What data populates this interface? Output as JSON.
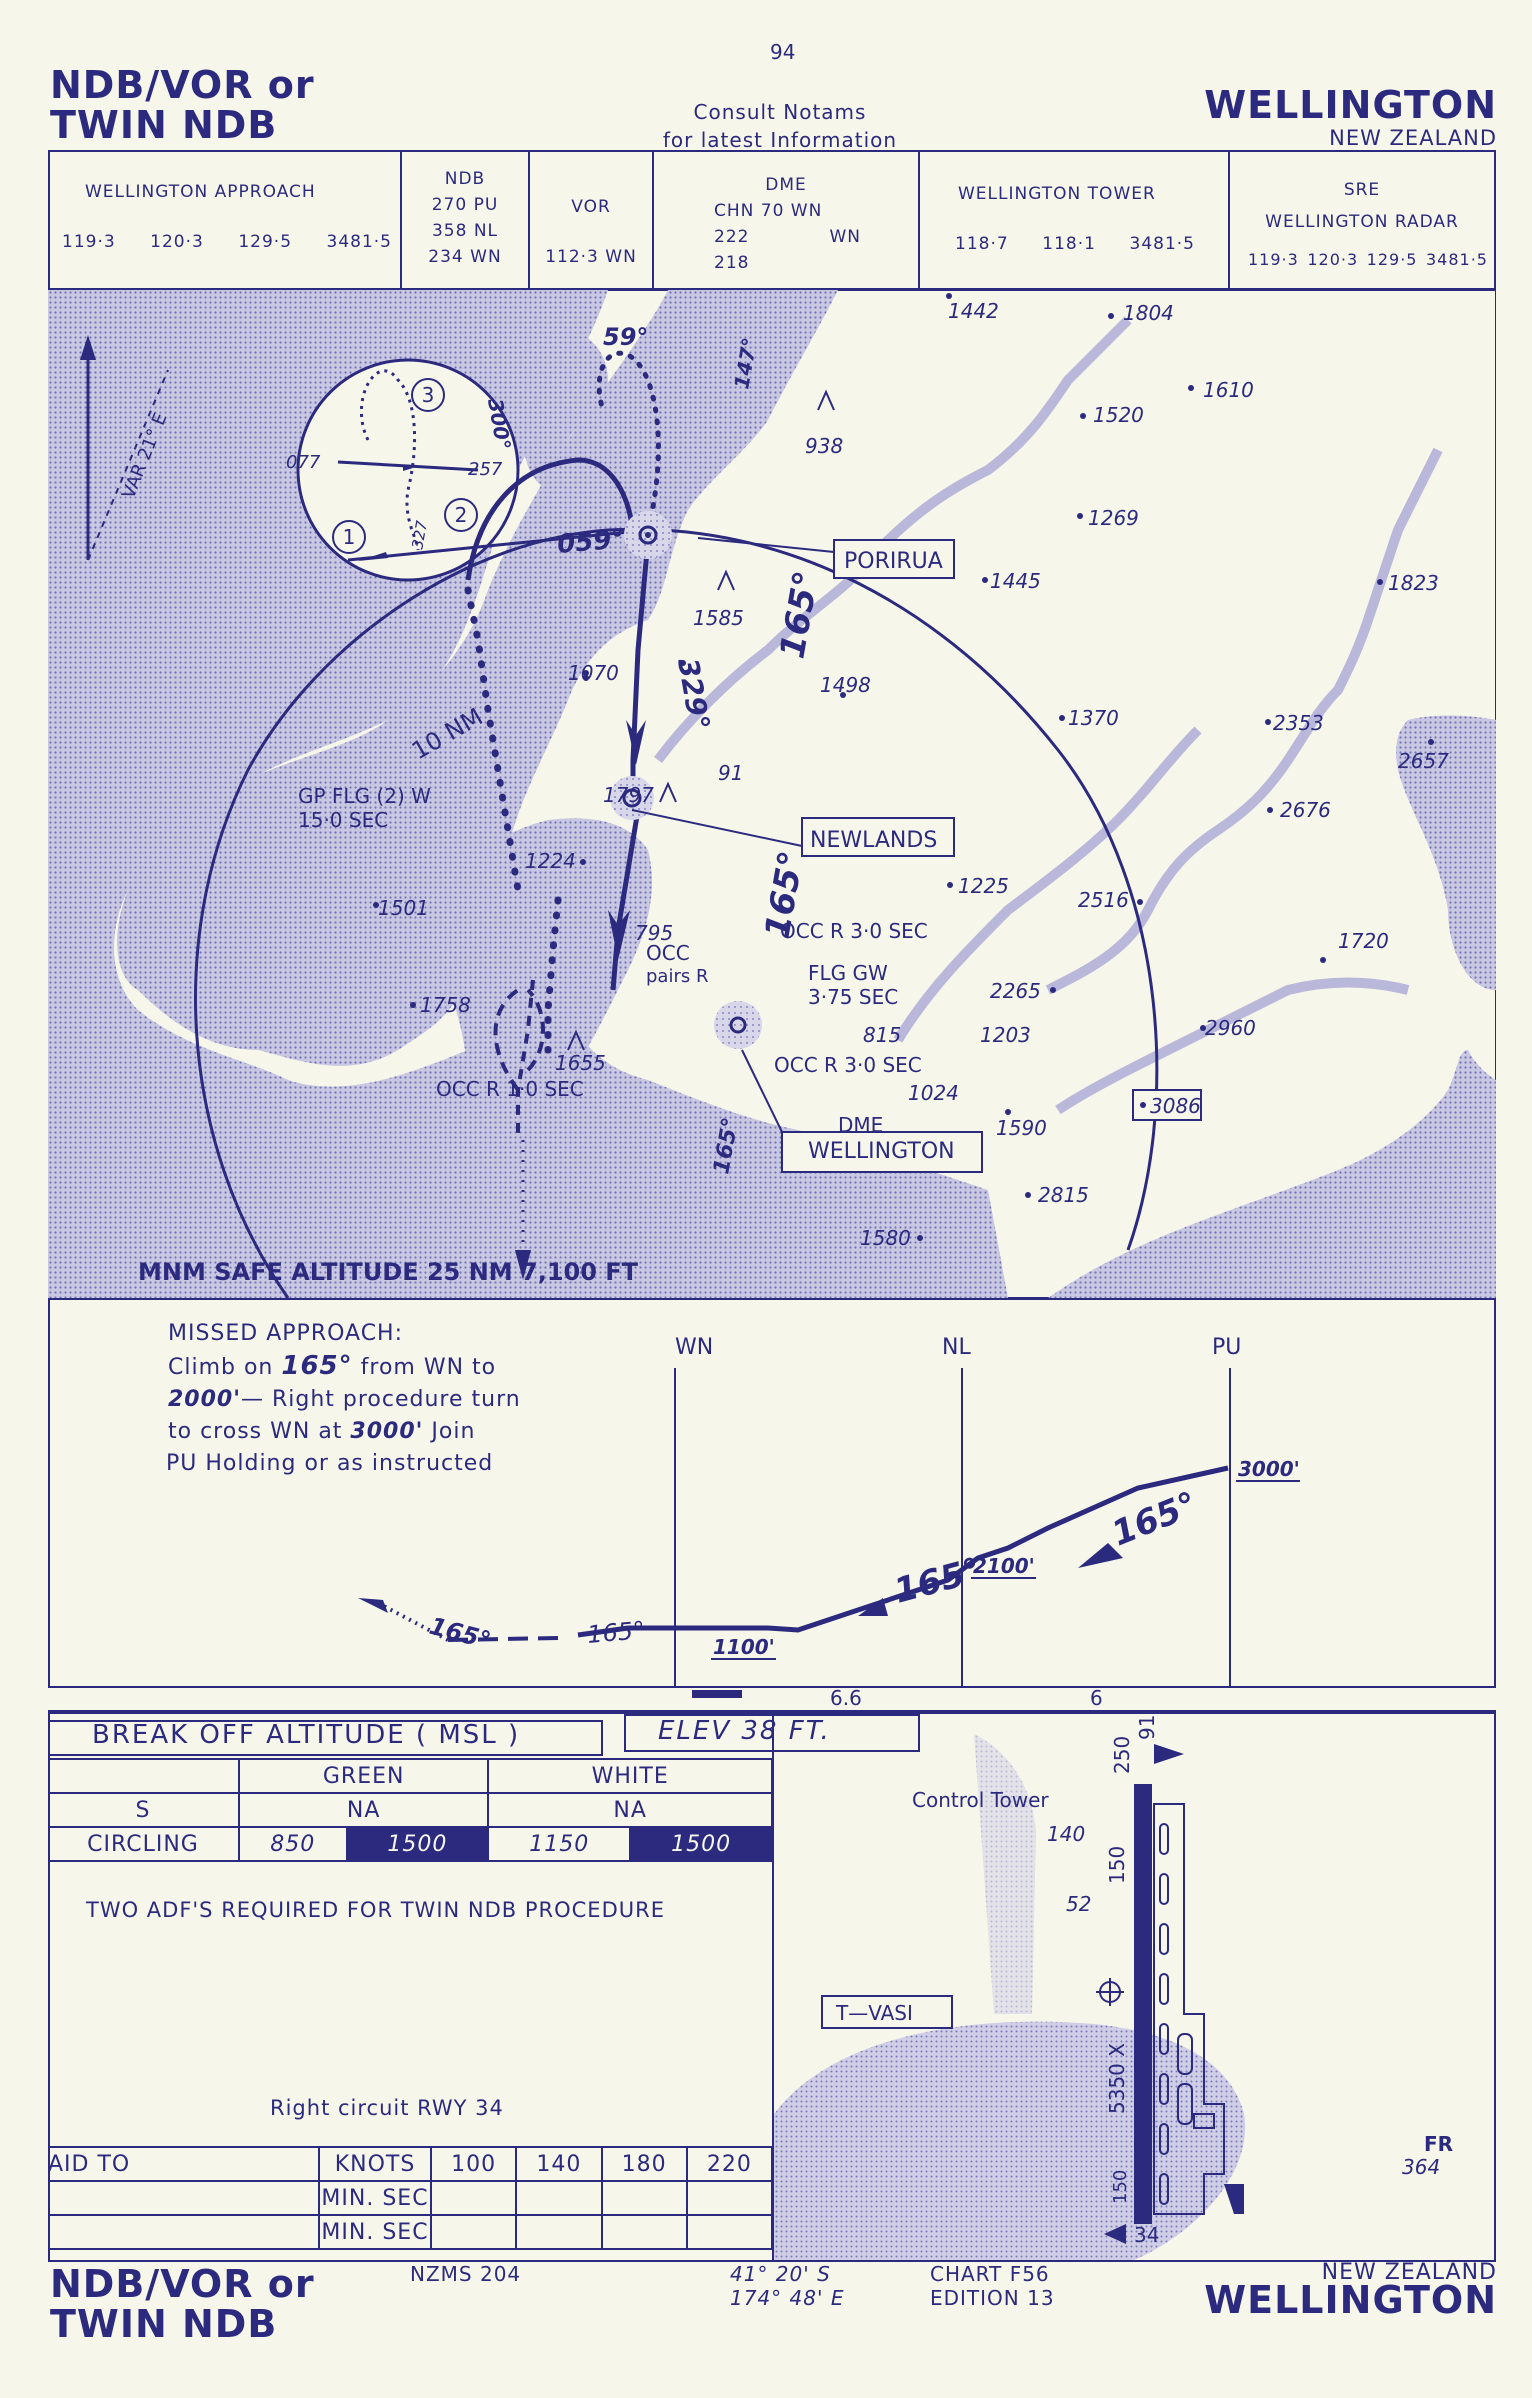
{
  "page_number": "94",
  "header": {
    "procedure_line1": "NDB/VOR or",
    "procedure_line2": "TWIN NDB",
    "notam_line1": "Consult  Notams",
    "notam_line2": "for latest Information",
    "airport": "WELLINGTON",
    "country": "NEW ZEALAND"
  },
  "comms": {
    "approach": {
      "title": "WELLINGTON  APPROACH",
      "freqs": [
        "119·3",
        "120·3",
        "129·5",
        "3481·5"
      ]
    },
    "ndb": {
      "title": "NDB",
      "rows": [
        "270   PU",
        "358   NL",
        "234   WN"
      ]
    },
    "vor": {
      "title": "VOR",
      "value": "112·3  WN"
    },
    "dme": {
      "title": "DME",
      "line1": "CHN   70   WN",
      "line2": "222",
      "line3": "218",
      "ident": "WN"
    },
    "tower": {
      "title": "WELLINGTON  TOWER",
      "freqs": [
        "118·7",
        "118·1",
        "3481·5"
      ]
    },
    "sre": {
      "title": "SRE",
      "subtitle": "WELLINGTON  RADAR",
      "freqs": [
        "119·3",
        "120·3",
        "129·5",
        "3481·5"
      ]
    }
  },
  "plan": {
    "spot_heights": [
      "1442",
      "1804",
      "1610",
      "1520",
      "1269",
      "1445",
      "1823",
      "1585",
      "1498",
      "1370",
      "2353",
      "2657",
      "2676",
      "1070",
      "1797",
      "91",
      "1224",
      "1501",
      "1225",
      "2516",
      "795",
      "1720",
      "1758",
      "2265",
      "2960",
      "815",
      "1203",
      "1655",
      "1024",
      "1590",
      "2815",
      "1580",
      "938"
    ],
    "boxed_height": "3086",
    "var": "VAR 21° E",
    "holding_inbound": "077",
    "holding_outbound": "257",
    "holding_entry": "327",
    "sectors": [
      "1",
      "2",
      "3"
    ],
    "angle_59": "59°",
    "track_300": "300°",
    "track_147": "147°",
    "track_059": "059°",
    "track_165": "165°",
    "track_329": "329°",
    "porirua": "PORIRUA",
    "newlands": "NEWLANDS",
    "wellington": "WELLINGTON",
    "dme_label": "DME",
    "ring": "10 NM",
    "gp_flg_1": "GP FLG (2) W",
    "gp_flg_2": "15·0 SEC",
    "occ_r3_1": "OCC R 3·0 SEC",
    "occ_r3_2": "OCC R 3·0 SEC",
    "occ_pairs_1": "OCC",
    "occ_pairs_2": "pairs R",
    "flg_gw_1": "FLG  GW",
    "flg_gw_2": "3·75 SEC",
    "occ_r1": "OCC R 1·0 SEC",
    "msa": "MNM SAFE ALTITUDE 25 NM 7,100 FT"
  },
  "profile": {
    "missed_1": "MISSED APPROACH:",
    "missed_2a": "Climb on ",
    "missed_2b": "165°",
    "missed_2c": " from WN to",
    "missed_3a": "2000'",
    "missed_3b": "— Right procedure turn",
    "missed_4a": "to cross WN at ",
    "missed_4b": "3000'",
    "missed_4c": "  Join",
    "missed_5": "PU   Holding or as instructed",
    "fix_wn": "WN",
    "fix_nl": "NL",
    "fix_pu": "PU",
    "alt_3000": "3000'",
    "alt_2100": "2100'",
    "alt_1100": "1100'",
    "crs_165": "165°",
    "dist_1": "6.6",
    "dist_2": "6"
  },
  "minima": {
    "title": "BREAK OFF ALTITUDE  ( MSL )",
    "elev": "ELEV  38     FT.",
    "col_green": "GREEN",
    "col_white": "WHITE",
    "row_s": "S",
    "row_s_green": "NA",
    "row_s_white": "NA",
    "row_circ": "CIRCLING",
    "circ_values": [
      "850",
      "1500",
      "1150",
      "1500"
    ],
    "note_adf": "TWO ADF'S REQUIRED FOR TWIN NDB PROCEDURE",
    "note_circuit": "Right circuit RWY 34"
  },
  "aid_table": {
    "label": "AID TO",
    "knots": "KNOTS",
    "speeds": [
      "100",
      "140",
      "180",
      "220"
    ],
    "rows": [
      "MIN. SEC",
      "MIN. SEC"
    ]
  },
  "aerodrome": {
    "control_tower": "Control Tower",
    "tower_height": "140",
    "obst_52": "52",
    "tvasi": "T—VASI",
    "rwy_top": "250",
    "rwy_mid": "150",
    "rwy_len": "5350  X",
    "rwy_bot": "150",
    "rwy_34": "34",
    "rwy_91": "91",
    "fr_1": "FR",
    "fr_2": "364"
  },
  "footer": {
    "proc_1": "NDB/VOR or",
    "proc_2": "TWIN NDB",
    "nzms": "NZMS  204",
    "lat": "41° 20' S",
    "lon": "174° 48' E",
    "chart": "CHART   F56",
    "edition": "EDITION  13",
    "country": "NEW ZEALAND",
    "airport": "WELLINGTON"
  }
}
